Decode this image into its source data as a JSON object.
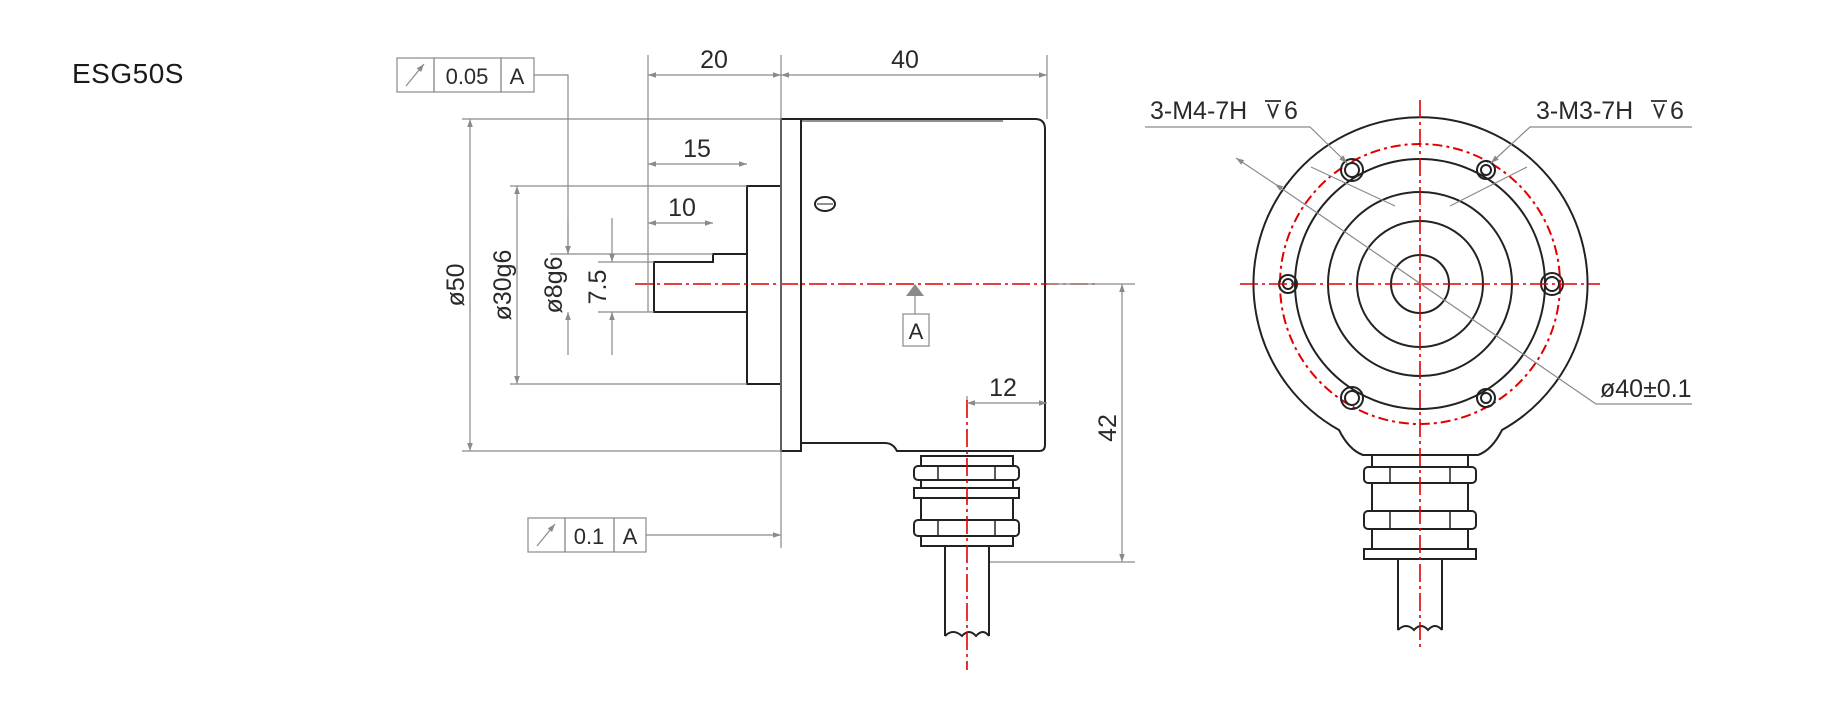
{
  "title": "ESG50S",
  "dimensions": {
    "d20": "20",
    "d40": "40",
    "d15": "15",
    "d10": "10",
    "d12": "12",
    "d42": "42",
    "d7_5": "7.5",
    "phi50": "ø50",
    "phi30": "ø30g6",
    "phi8": "ø8g6",
    "pcd": "ø40±0.1"
  },
  "datum_label": "A",
  "tolerance_frames": [
    {
      "tolerance": "0.05",
      "datum": "A"
    },
    {
      "tolerance": "0.1",
      "datum": "A"
    }
  ],
  "callouts": {
    "holes_m4": "3-M4-7H",
    "holes_m4_depth": "6",
    "holes_m3": "3-M3-7H",
    "holes_m3_depth": "6"
  },
  "colors": {
    "centerline": "#e00000",
    "outline": "#222222",
    "dimension": "#8a8a8a"
  }
}
